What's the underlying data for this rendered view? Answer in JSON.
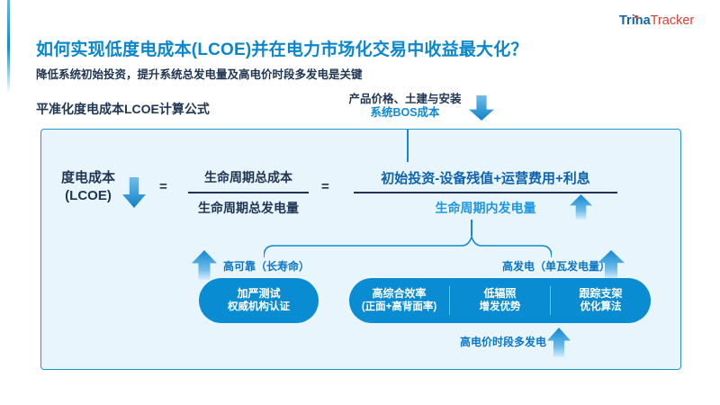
{
  "logo": {
    "part1": "Trina",
    "part2": "Tracker"
  },
  "header": {
    "title": "如何实现低度电成本(LCOE)并在电力市场化交易中收益最大化？",
    "subtitle": "降低系统初始投资，提升系统总发电量及高电价时段多发电是关键"
  },
  "formula_section": {
    "label": "平准化度电成本LCOE计算公式",
    "annotation_line1": "产品价格、土建与安装",
    "annotation_line2": "系统BOS成本"
  },
  "formula": {
    "lhs_line1": "度电成本",
    "lhs_line2": "(LCOE)",
    "equals": "=",
    "fraction1": {
      "numerator": "生命周期总成本",
      "denominator": "生命周期总发电量"
    },
    "fraction2": {
      "numerator": "初始投资-设备残值+运营费用+利息",
      "denominator": "生命周期内发电量"
    }
  },
  "factors": {
    "left_label": "高可靠（长寿命）",
    "right_label": "高发电（单瓦发电量）",
    "bottom_label": "高电价时段多发电",
    "left_pill": {
      "line1": "加严测试",
      "line2": "权威机构认证"
    },
    "right_pill": [
      {
        "line1": "高综合效率",
        "line2": "(正面+高背面率)"
      },
      {
        "line1": "低辐照",
        "line2": "增发优势"
      },
      {
        "line1": "跟踪支架",
        "line2": "优化算法"
      }
    ]
  },
  "icons": {
    "down_arrow": "down-arrow-icon",
    "up_arrow": "up-arrow-icon",
    "brace": "curly-brace"
  },
  "colors": {
    "title_blue": "#0a86cd",
    "navy": "#1f3553",
    "accent_blue": "#1289d3",
    "numerator_blue": "#0f63ae",
    "denominator_blue": "#1d97e4",
    "pill_blue": "#0a8cd3",
    "label_blue": "#0b76c4",
    "box_bg": "#e9f5fc",
    "box_border": "#2196d3",
    "logo_blue": "#1464ae",
    "logo_red": "#e2392e"
  }
}
